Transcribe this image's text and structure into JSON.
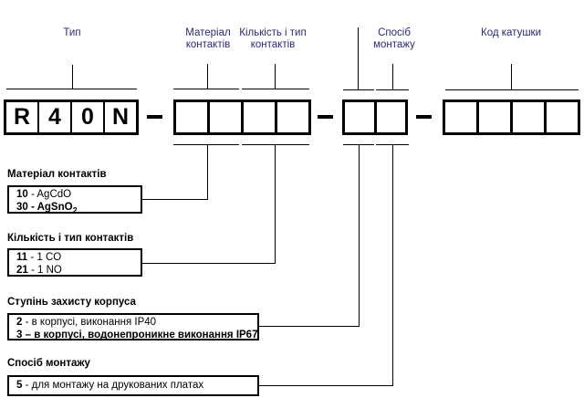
{
  "top_labels": [
    {
      "lines": [
        "Тип",
        ""
      ]
    },
    {
      "lines": [
        "Матеріал",
        "контактів"
      ]
    },
    {
      "lines": [
        "Кількість і тип",
        "контактів"
      ]
    },
    {
      "lines": [
        "Спосіб",
        "монтажу"
      ]
    },
    {
      "lines": [
        "Код катушки",
        ""
      ]
    }
  ],
  "code_boxes": {
    "type_cells": [
      "R",
      "4",
      "0",
      "N"
    ],
    "separator": "–"
  },
  "sections": [
    {
      "heading": "Матеріал контактів",
      "rows": [
        {
          "code": "10",
          "rest": " - AgCdO",
          "sub": ""
        },
        {
          "code": "30",
          "rest": " - AgSnO",
          "sub": "2"
        }
      ]
    },
    {
      "heading": "Кількість і тип контактів",
      "rows": [
        {
          "code": "11",
          "rest": " - 1 CO"
        },
        {
          "code": "21",
          "rest": " - 1 NO"
        }
      ]
    },
    {
      "heading": "Ступінь захисту корпуса",
      "rows": [
        {
          "code": "2",
          "rest": " - в корпусі, виконання IP40"
        },
        {
          "code": "3",
          "rest": " – в корпусі, водонепроникне виконання IP67"
        }
      ]
    },
    {
      "heading": "Спосіб монтажу",
      "rows": [
        {
          "code": "5",
          "rest": " - для монтажу на друкованих платах"
        }
      ]
    }
  ],
  "colors": {
    "top_label": "#2b2b6e",
    "line": "#000000",
    "text": "#000000"
  }
}
